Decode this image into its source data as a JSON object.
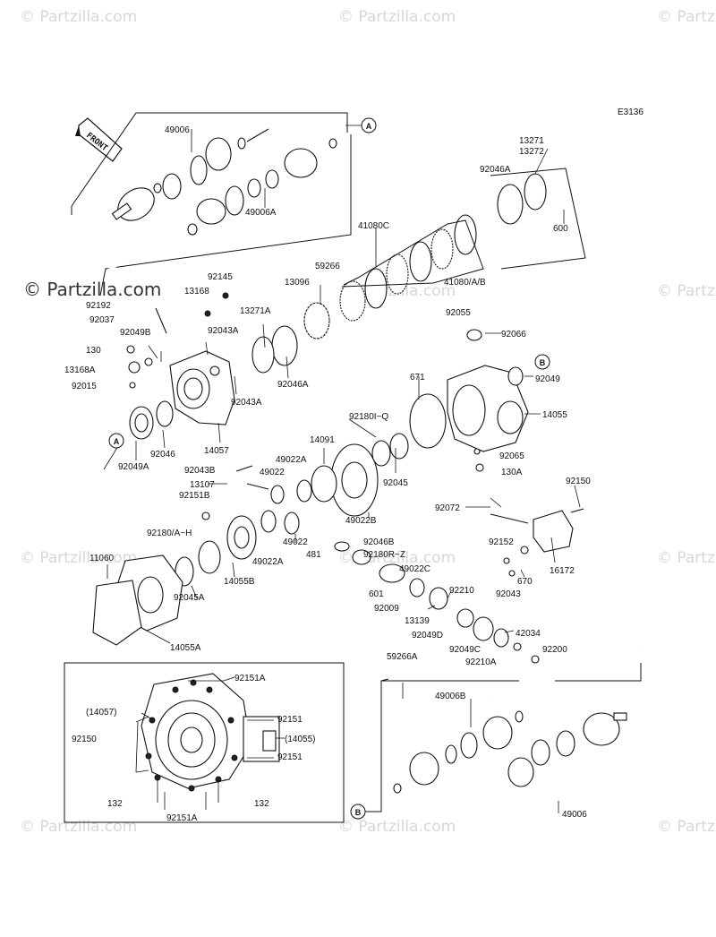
{
  "diagram_code": "E3136",
  "front_label": "FRONT",
  "watermarks": {
    "brand": "© Partzilla.com"
  },
  "callouts": {
    "a": "A",
    "b": "B"
  },
  "parts": {
    "p49006_top": "49006",
    "p49006a": "49006A",
    "p59266": "59266",
    "p92192": "92192",
    "p92037": "92037",
    "p92145": "92145",
    "p13168": "13168",
    "p13271a": "13271A",
    "p13096": "13096",
    "p41080c": "41080C",
    "p41080ab": "41080/A/B",
    "p13271": "13271",
    "p13272": "13272",
    "p92046a_top": "92046A",
    "p600": "600",
    "p92049b": "92049B",
    "p92043a_1": "92043A",
    "p130": "130",
    "p13168a": "13168A",
    "p92015": "92015",
    "p92046a_mid": "92046A",
    "p92043a_2": "92043A",
    "p92055": "92055",
    "p92066": "92066",
    "p92049": "92049",
    "p671": "671",
    "p14055": "14055",
    "p92180iq": "92180I~Q",
    "p14091": "14091",
    "p92045": "92045",
    "p92065": "92065",
    "p130a": "130A",
    "p92049a": "92049A",
    "p92046": "92046",
    "p14057_top": "14057",
    "p92043b": "92043B",
    "p13107": "13107",
    "p92151b": "92151B",
    "p49022_1": "49022",
    "p49022a_top": "49022A",
    "p49022b": "49022B",
    "p92072": "92072",
    "p92150_top": "92150",
    "p92180ah": "92180/A~H",
    "p49022_2": "49022",
    "p49022a_mid": "49022A",
    "p14055b": "14055B",
    "p92046b": "92046B",
    "p92180rz": "92180R~Z",
    "p481": "481",
    "p49022c": "49022C",
    "p92152": "92152",
    "p16172": "16172",
    "p670": "670",
    "p92043": "92043",
    "p11060": "11060",
    "p92045a": "92045A",
    "p601": "601",
    "p92210": "92210",
    "p92009": "92009",
    "p13139": "13139",
    "p42034": "42034",
    "p92049d": "92049D",
    "p92049c": "92049C",
    "p92200": "92200",
    "p92210a": "92210A",
    "p14055a": "14055A",
    "p59266a": "59266A",
    "p49006b": "49006B",
    "p49006_bot": "49006",
    "inset_92151a_top": "92151A",
    "inset_14057": "(14057)",
    "inset_92151_1": "92151",
    "inset_14055": "(14055)",
    "inset_92150": "92150",
    "inset_92151_2": "92151",
    "inset_132_l": "132",
    "inset_132_r": "132",
    "inset_92151a_bot": "92151A"
  }
}
